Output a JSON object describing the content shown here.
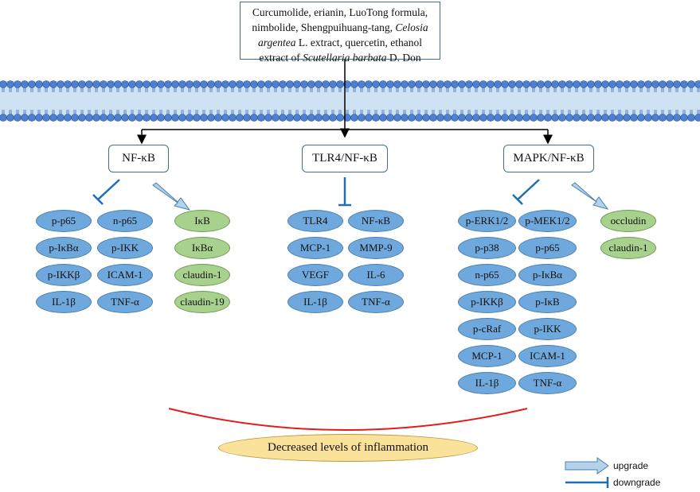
{
  "source": {
    "parts": [
      {
        "text": "Curcumolide, erianin, LuoTong formula, nimbolide, Shengpuihuang-tang, ",
        "italic": false
      },
      {
        "text": "Celosia argentea",
        "italic": true
      },
      {
        "text": " L. extract, quercetin, ethanol extract of ",
        "italic": false
      },
      {
        "text": "Scutellaria barbata",
        "italic": true
      },
      {
        "text": " D. Don",
        "italic": false
      }
    ]
  },
  "pathways": {
    "nfkb": {
      "title": "NF-κB",
      "down": [
        "p-p65",
        "n-p65",
        "p-IκBα",
        "p-IKK",
        "p-IKKβ",
        "ICAM-1",
        "IL-1β",
        "TNF-α"
      ],
      "up": [
        "IκB",
        "IκBα",
        "claudin-1",
        "claudin-19"
      ]
    },
    "tlr4": {
      "title": "TLR4/NF-κB",
      "down": [
        "TLR4",
        "NF-κB",
        "MCP-1",
        "MMP-9",
        "VEGF",
        "IL-6",
        "IL-1β",
        "TNF-α"
      ]
    },
    "mapk": {
      "title": "MAPK/NF-κB",
      "down": [
        "p-ERK1/2",
        "p-MEK1/2",
        "p-p38",
        "p-p65",
        "n-p65",
        "p-IκBα",
        "p-IKKβ",
        "p-IκB",
        "p-cRaf",
        "p-IKK",
        "MCP-1",
        "ICAM-1",
        "IL-1β",
        "TNF-α"
      ],
      "up": [
        "occludin",
        "claudin-1"
      ]
    }
  },
  "summary": "Decreased levels of inflammation",
  "legend": {
    "upgrade": "upgrade",
    "downgrade": "downgrade"
  },
  "colors": {
    "down_fill": "#6fa8dc",
    "up_fill": "#a9d18e",
    "inhibit": "#1f6fb5",
    "summary_fill": "#fbe29a",
    "curve": "#e31b1b"
  }
}
